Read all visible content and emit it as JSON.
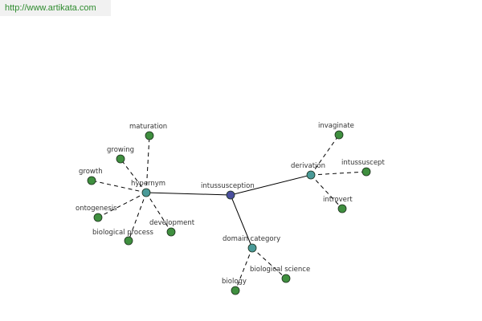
{
  "watermark": "http://www.artikata.com",
  "colors": {
    "root": "#4a4f9e",
    "category": "#4a9a98",
    "leaf": "#3f8f3f",
    "text": "#333333",
    "watermark": "#2e8b2e"
  },
  "graph": {
    "nodes": [
      {
        "id": "intussusception",
        "label": "intussusception",
        "kind": "root"
      },
      {
        "id": "hypernym",
        "label": "hypernym",
        "kind": "category"
      },
      {
        "id": "derivation",
        "label": "derivation",
        "kind": "category"
      },
      {
        "id": "domain_category",
        "label": "domain category",
        "kind": "category"
      },
      {
        "id": "maturation",
        "label": "maturation",
        "kind": "leaf"
      },
      {
        "id": "growing",
        "label": "growing",
        "kind": "leaf"
      },
      {
        "id": "growth",
        "label": "growth",
        "kind": "leaf"
      },
      {
        "id": "ontogenesis",
        "label": "ontogenesis",
        "kind": "leaf"
      },
      {
        "id": "biological_process",
        "label": "biological process",
        "kind": "leaf"
      },
      {
        "id": "development",
        "label": "development",
        "kind": "leaf"
      },
      {
        "id": "invaginate",
        "label": "invaginate",
        "kind": "leaf"
      },
      {
        "id": "intussuscept",
        "label": "intussuscept",
        "kind": "leaf"
      },
      {
        "id": "introvert",
        "label": "introvert",
        "kind": "leaf"
      },
      {
        "id": "biology",
        "label": "biology",
        "kind": "leaf"
      },
      {
        "id": "biological_science",
        "label": "biological science",
        "kind": "leaf"
      }
    ],
    "edges": [
      {
        "from": "intussusception",
        "to": "hypernym",
        "style": "solid"
      },
      {
        "from": "intussusception",
        "to": "derivation",
        "style": "solid"
      },
      {
        "from": "intussusception",
        "to": "domain_category",
        "style": "solid"
      },
      {
        "from": "hypernym",
        "to": "maturation",
        "style": "dashed"
      },
      {
        "from": "hypernym",
        "to": "growing",
        "style": "dashed"
      },
      {
        "from": "hypernym",
        "to": "growth",
        "style": "dashed"
      },
      {
        "from": "hypernym",
        "to": "ontogenesis",
        "style": "dashed"
      },
      {
        "from": "hypernym",
        "to": "biological_process",
        "style": "dashed"
      },
      {
        "from": "hypernym",
        "to": "development",
        "style": "dashed"
      },
      {
        "from": "derivation",
        "to": "invaginate",
        "style": "dashed"
      },
      {
        "from": "derivation",
        "to": "intussuscept",
        "style": "dashed"
      },
      {
        "from": "derivation",
        "to": "introvert",
        "style": "dashed"
      },
      {
        "from": "domain_category",
        "to": "biology",
        "style": "dashed"
      },
      {
        "from": "domain_category",
        "to": "biological_science",
        "style": "dashed"
      }
    ]
  }
}
